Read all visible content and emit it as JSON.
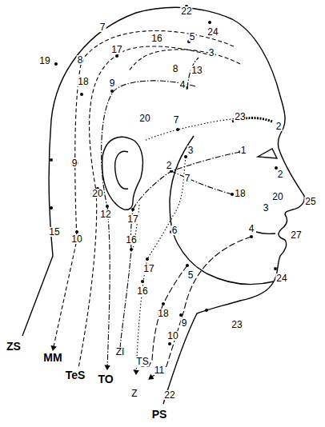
{
  "diagram": {
    "labels": [
      "22",
      "24",
      "7",
      "5",
      "16",
      "3",
      "19",
      "8",
      "17",
      "8",
      "13",
      "18",
      "4",
      "9",
      "20",
      "7",
      "23",
      "2",
      "1",
      "3",
      "2",
      "7",
      "9",
      "2",
      "20",
      "12",
      "18",
      "17",
      "20",
      "3",
      "25",
      "15",
      "10",
      "6",
      "4",
      "27",
      "16",
      "17",
      "5",
      "24",
      "16",
      "18",
      "9",
      "23",
      "10",
      "ZS",
      "MM",
      "ZI",
      "TS",
      "11",
      "TeS",
      "TO",
      "Z",
      "22",
      "PS"
    ]
  }
}
